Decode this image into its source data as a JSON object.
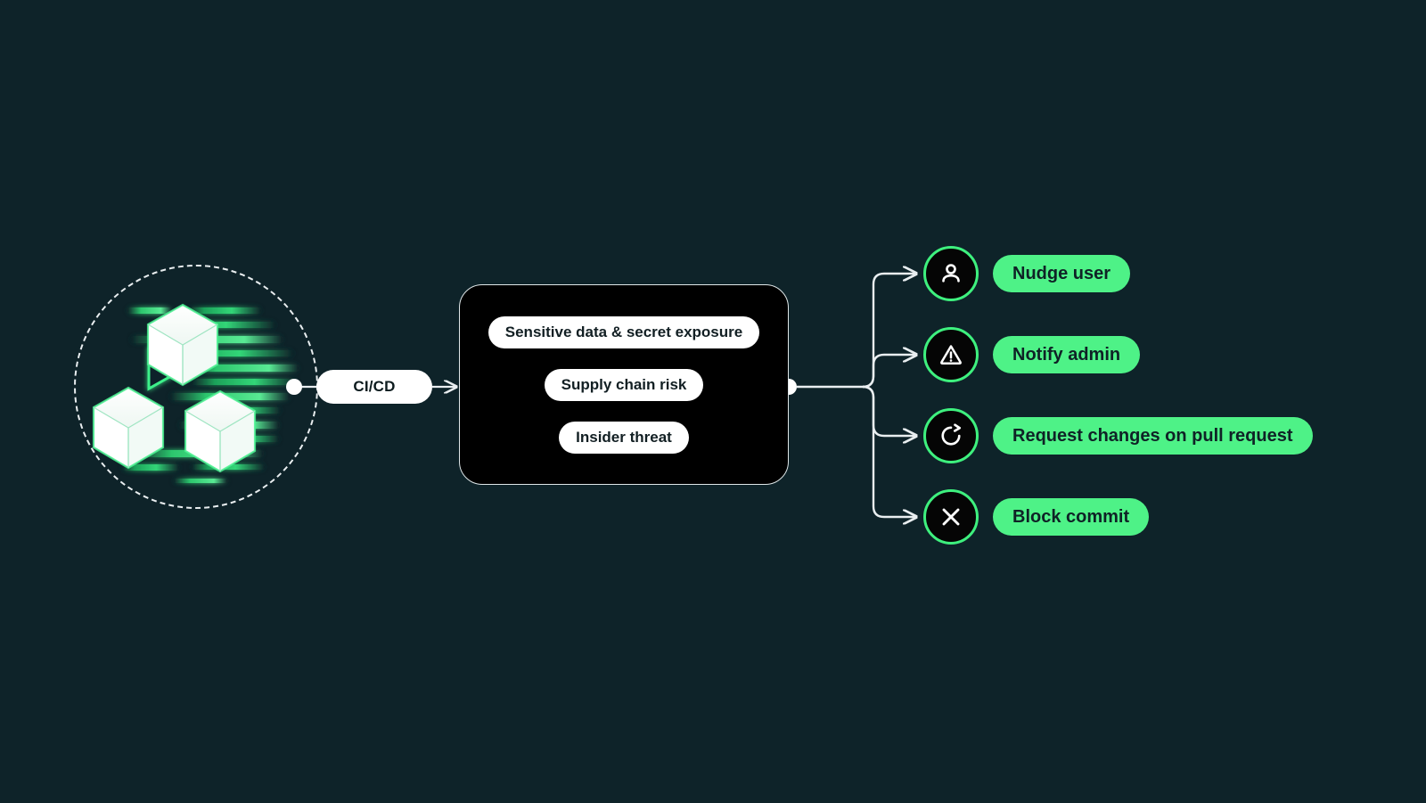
{
  "theme": {
    "background": "#0e2329",
    "accent_green": "#4ef287",
    "icon_ring_green": "#3ef07e",
    "box_fill": "#000000",
    "chip_fill": "#ffffff",
    "wire_color": "#e9eef0",
    "pill_text": "#0f2226"
  },
  "source": {
    "name": "source-emblem",
    "icon": "cubes-emblem-icon",
    "ring": "dashed-circle"
  },
  "pipeline": {
    "label": "CI/CD"
  },
  "threats": {
    "items": [
      {
        "label": "Sensitive data & secret exposure"
      },
      {
        "label": "Supply chain risk"
      },
      {
        "label": "Insider threat"
      }
    ]
  },
  "actions": {
    "items": [
      {
        "label": "Nudge user",
        "icon": "user-icon"
      },
      {
        "label": "Notify admin",
        "icon": "warning-triangle-icon"
      },
      {
        "label": "Request changes on pull request",
        "icon": "refresh-icon"
      },
      {
        "label": "Block commit",
        "icon": "close-x-icon"
      }
    ]
  }
}
